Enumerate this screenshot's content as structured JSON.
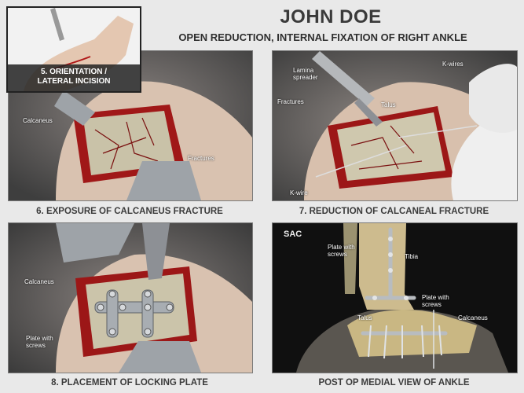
{
  "header": {
    "title": "JOHN DOE",
    "subtitle": "OPEN REDUCTION, INTERNAL FIXATION OF RIGHT ANKLE"
  },
  "inset": {
    "label_line1": "5. ORIENTATION /",
    "label_line2": "LATERAL INCISION"
  },
  "panels": {
    "p6": {
      "caption": "6. EXPOSURE OF CALCANEUS FRACTURE",
      "labels": {
        "calcaneus": "Calcaneus",
        "fractures": "Fractures"
      }
    },
    "p7": {
      "caption": "7. REDUCTION OF CALCANEAL FRACTURE",
      "labels": {
        "lamina1": "Lamina",
        "lamina2": "spreader",
        "kwires": "K-wires",
        "fractures": "Fractures",
        "talus": "Talus",
        "kwire": "K-wire"
      }
    },
    "p8": {
      "caption": "8. PLACEMENT OF LOCKING PLATE",
      "labels": {
        "calcaneus": "Calcaneus",
        "plate1": "Plate with",
        "plate2": "screws"
      }
    },
    "p9": {
      "caption": "POST OP MEDIAL VIEW OF ANKLE",
      "badge": "SAC",
      "labels": {
        "plateA1": "Plate with",
        "plateA2": "screws",
        "tibia": "Tibia",
        "plateB1": "Plate with",
        "plateB2": "screws",
        "talus": "Talus",
        "calcaneus": "Calcaneus"
      }
    }
  }
}
